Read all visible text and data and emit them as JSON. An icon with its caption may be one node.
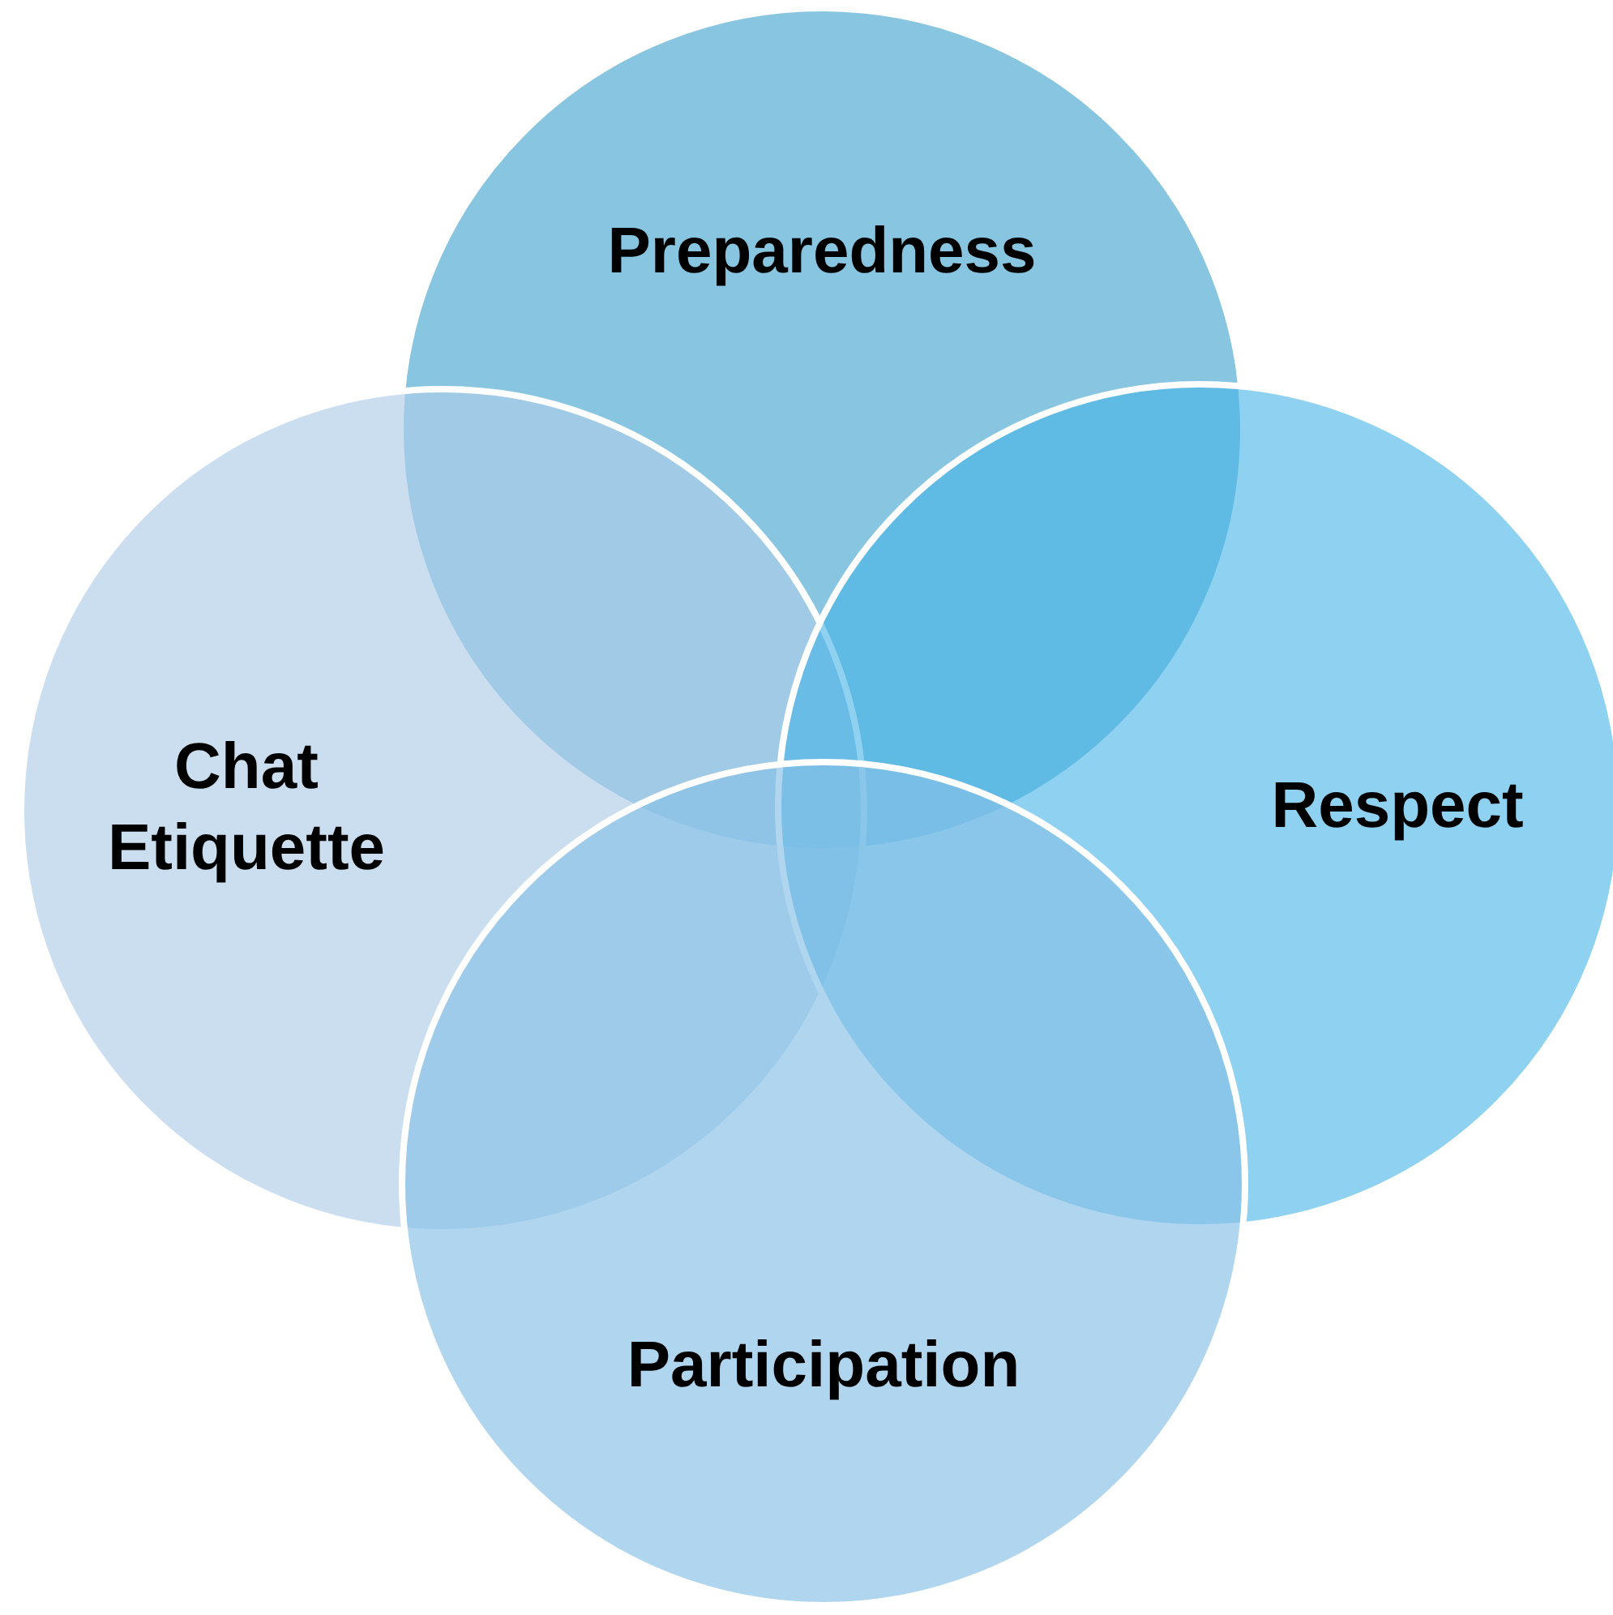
{
  "diagram": {
    "nodes": [
      {
        "text": [
          "Preparedness"
        ]
      },
      {
        "text": [
          "Chat Etiquette"
        ]
      },
      {
        "text": [
          "Respect"
        ]
      },
      {
        "text": [
          "Participation"
        ]
      }
    ],
    "edges": []
  }
}
